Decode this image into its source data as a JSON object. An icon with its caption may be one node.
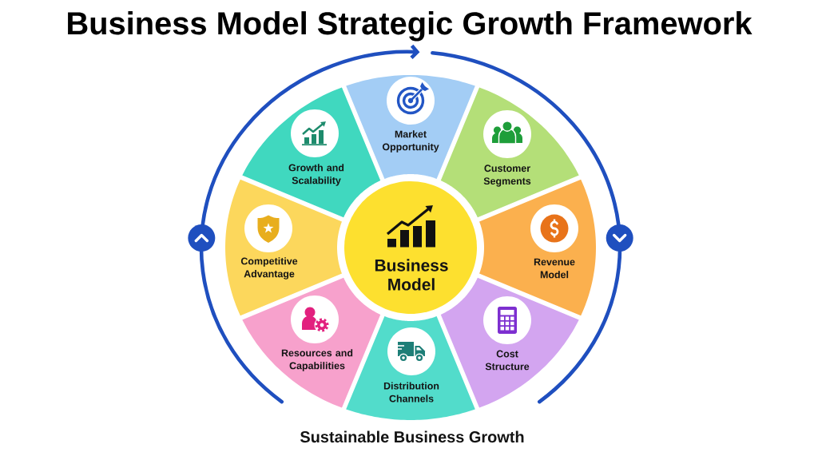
{
  "diagram": {
    "title": "Business Model Strategic Growth Framework",
    "nodes": [
      {
        "text": [
          "Business Model"
        ]
      },
      {
        "text": [
          "Market Opportunity"
        ]
      },
      {
        "text": [
          "Customer Segments"
        ]
      },
      {
        "text": [
          "Revenue Model"
        ]
      },
      {
        "text": [
          "Cost Structure"
        ]
      },
      {
        "text": [
          "Distribution Channels"
        ]
      },
      {
        "text": [
          "Resources and Capabilities"
        ]
      },
      {
        "text": [
          "Competitive Advantage"
        ]
      },
      {
        "text": [
          "Growth and Scalability"
        ]
      }
    ],
    "labels": [
      "Sustainable Business Growth"
    ]
  }
}
